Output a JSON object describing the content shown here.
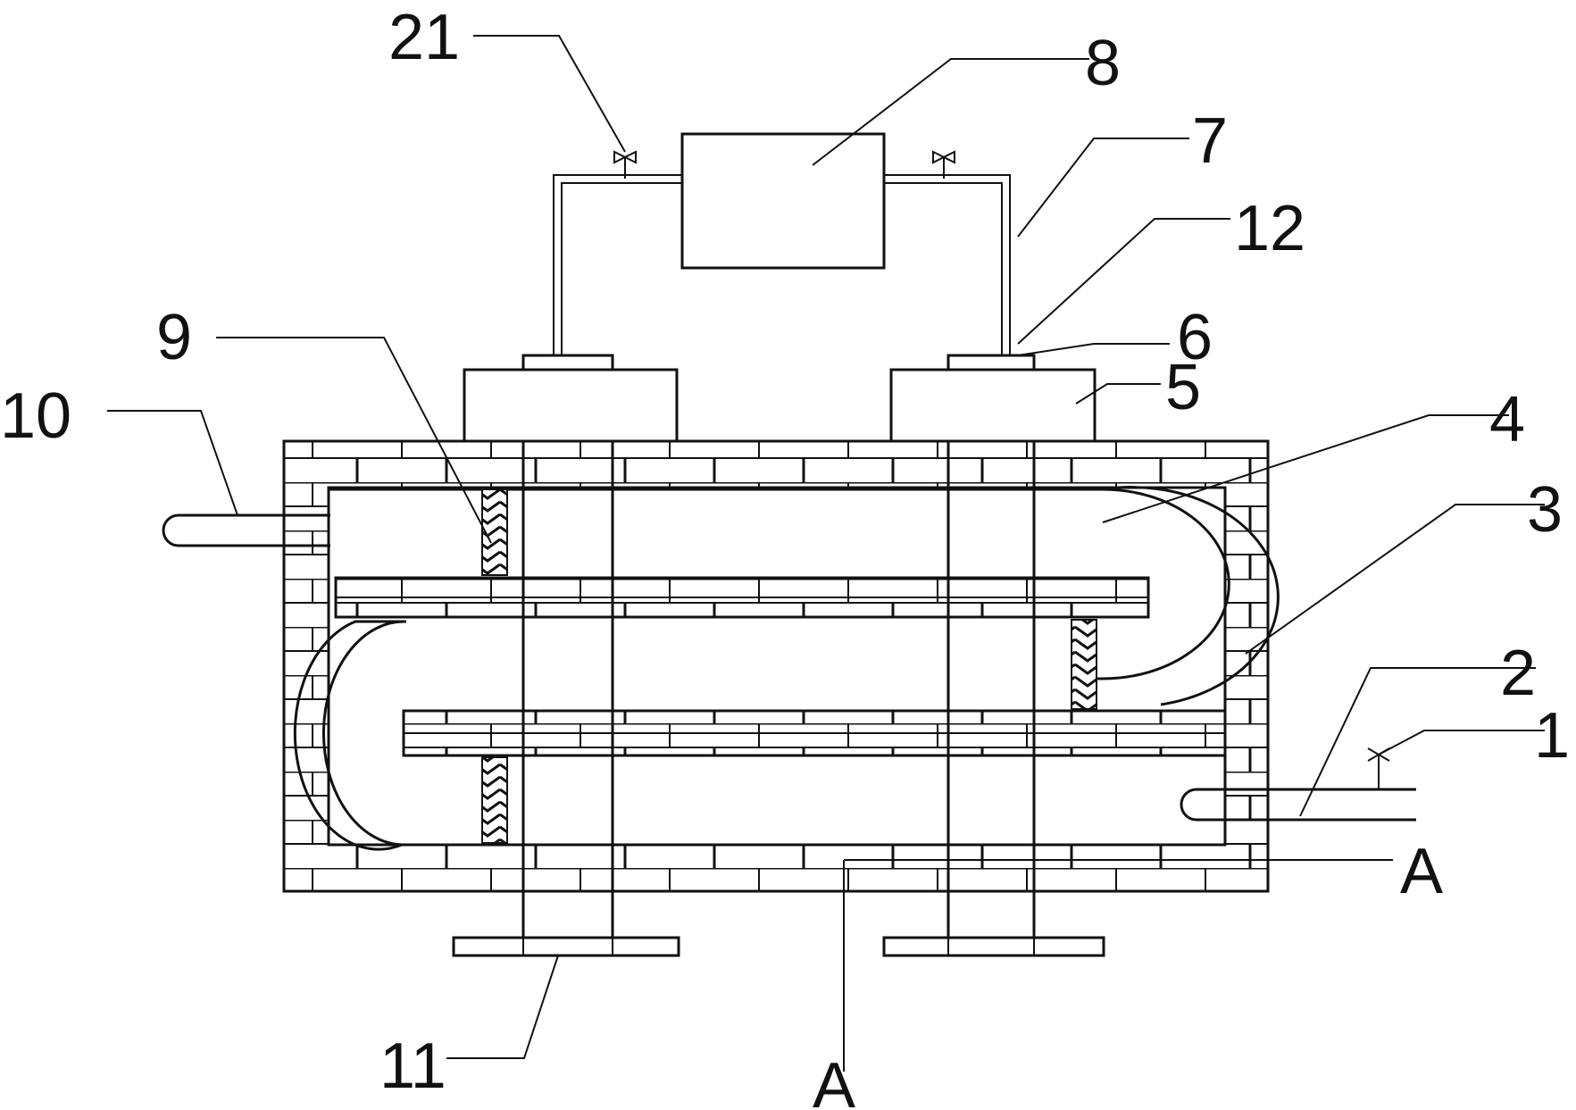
{
  "colors": {
    "stroke": "#111111",
    "background": "#ffffff"
  },
  "labels": {
    "l21": "21",
    "l8": "8",
    "l7": "7",
    "l12": "12",
    "l6": "6",
    "l5": "5",
    "l4": "4",
    "l3": "3",
    "l2": "2",
    "l1": "1",
    "l9": "9",
    "l10": "10",
    "l11": "11",
    "lA_right": "A",
    "lA_bottom": "A"
  }
}
